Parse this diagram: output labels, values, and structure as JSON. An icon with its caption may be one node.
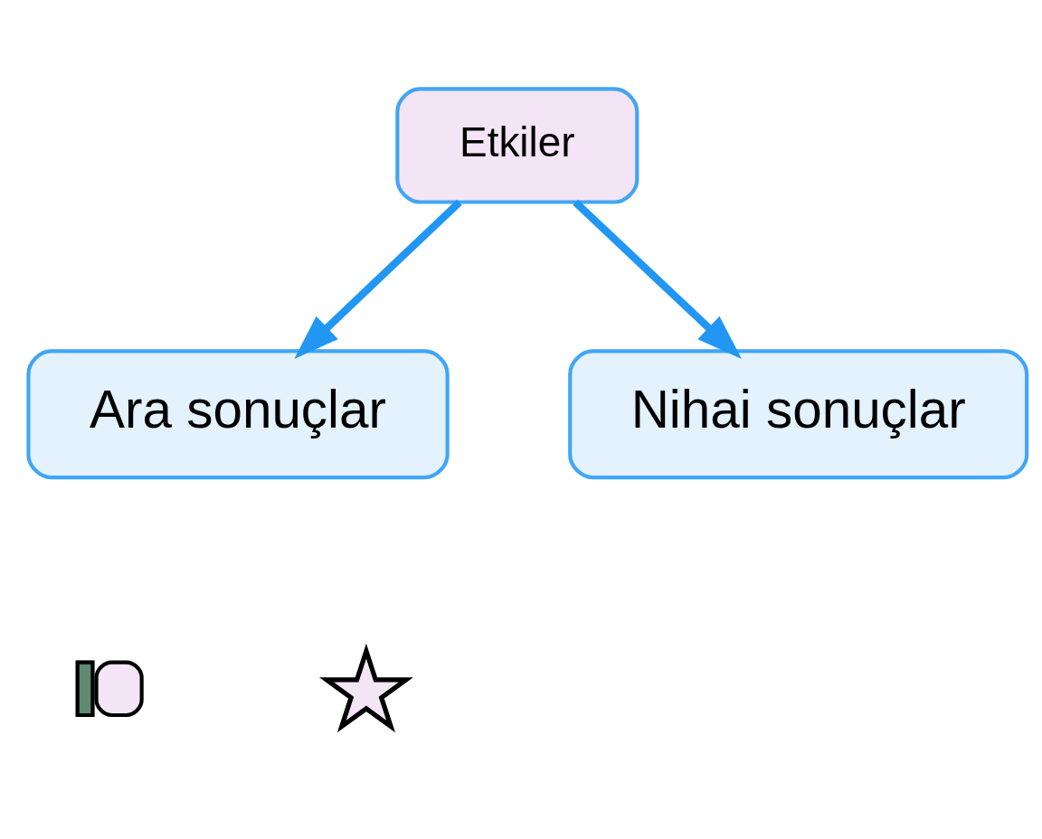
{
  "diagram": {
    "nodes": [
      {
        "text": [
          "Etkiler"
        ]
      },
      {
        "text": [
          "Ara sonuçlar"
        ]
      },
      {
        "text": [
          "Nihai sonuçlar"
        ]
      },
      {
        "text": [],
        "shape": "hand"
      },
      {
        "text": [],
        "shape": "star"
      }
    ],
    "edges": [
      {
        "from": 0,
        "to": 1,
        "arrow": "to"
      },
      {
        "from": 0,
        "to": 2,
        "arrow": "to"
      }
    ]
  }
}
